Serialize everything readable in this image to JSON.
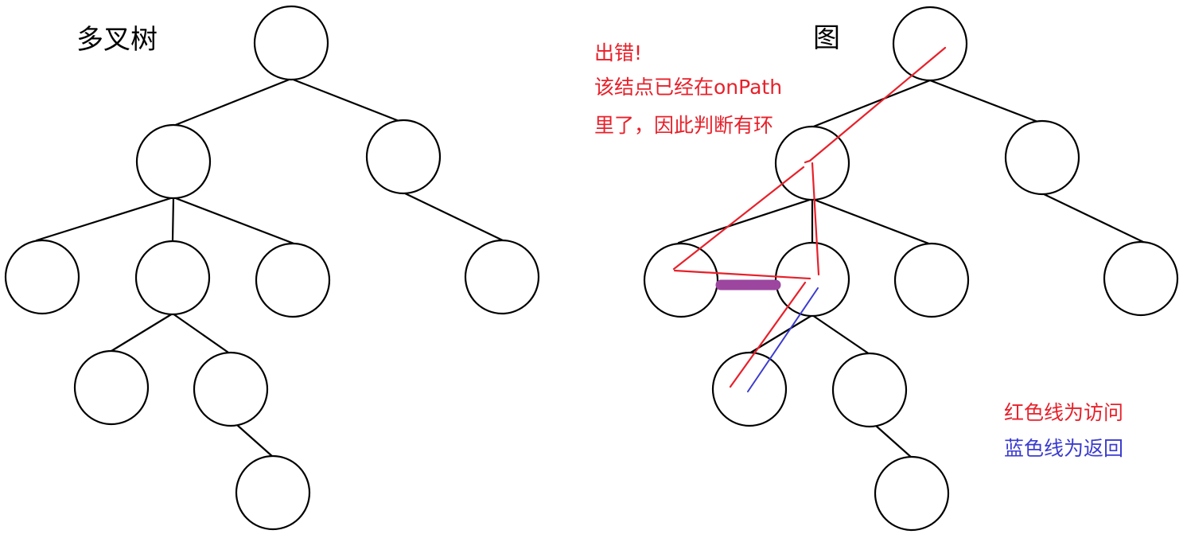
{
  "tree": {
    "title": "多叉树"
  },
  "graph": {
    "title": "图",
    "error_note": [
      "出错!",
      "该结点已经在onPath",
      "里了，因此判断有环"
    ],
    "legend": {
      "visit_label": "红色线为访问",
      "return_label": "蓝色线为返回"
    }
  },
  "colors": {
    "visit": "#e8202a",
    "return": "#3b3bd0",
    "highlight": "#9c46a0",
    "node_stroke": "#000000"
  }
}
